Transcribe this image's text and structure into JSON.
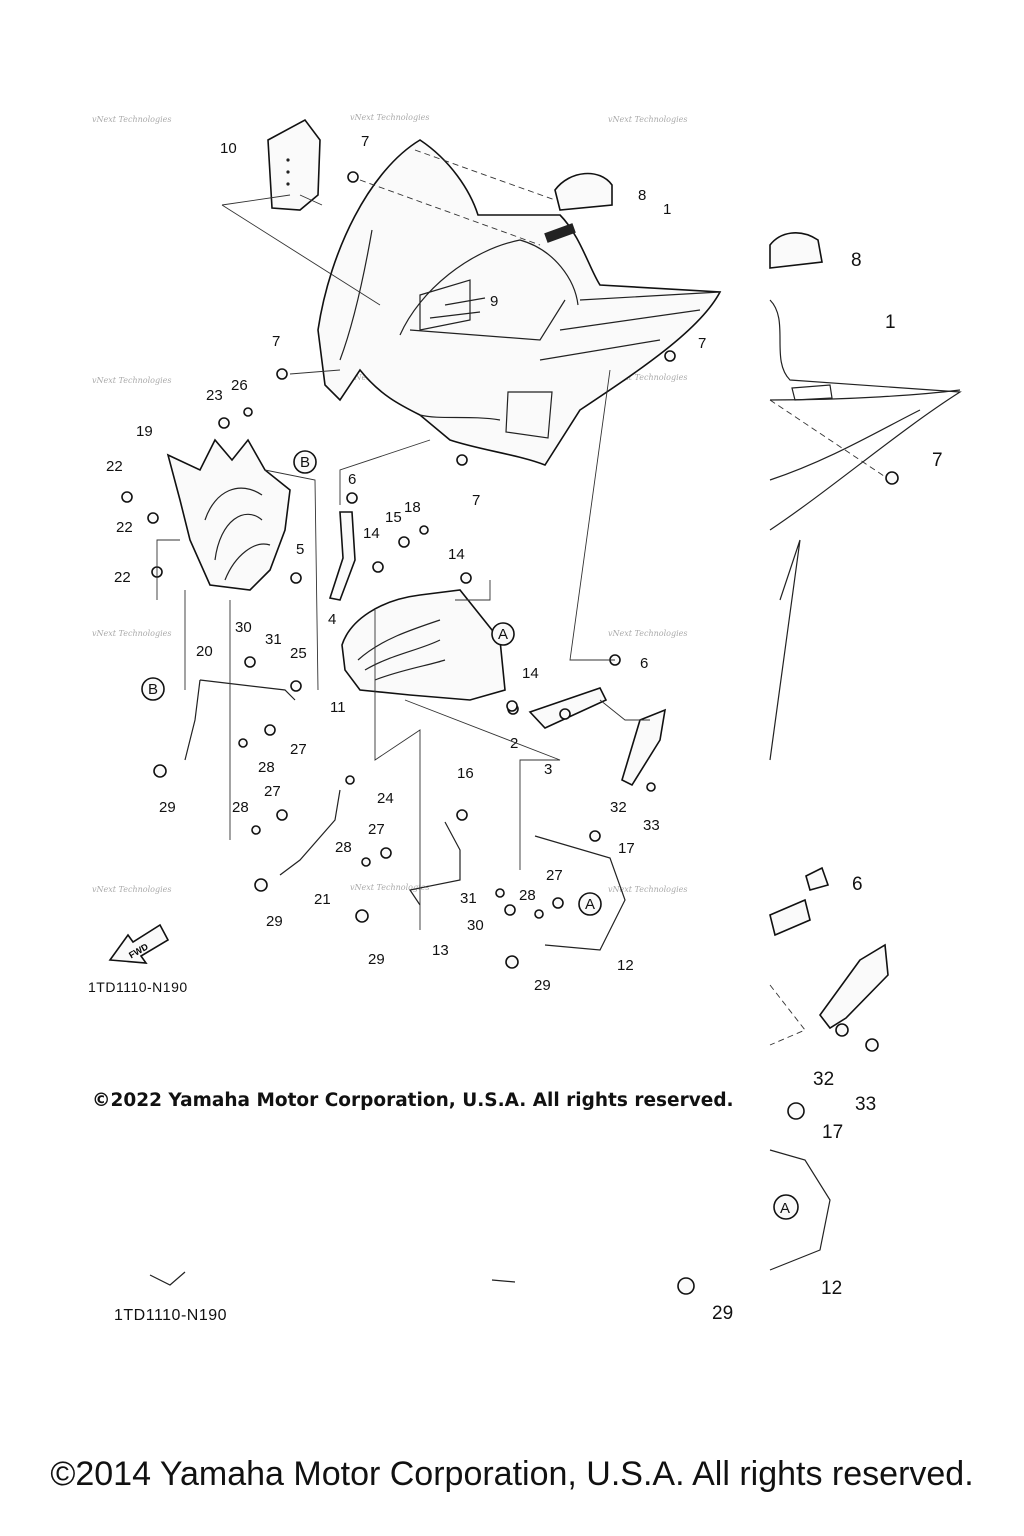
{
  "diagram": {
    "callouts": [
      {
        "id": "c1",
        "text": "1"
      },
      {
        "id": "c2",
        "text": "2"
      },
      {
        "id": "c3",
        "text": "3"
      },
      {
        "id": "c4",
        "text": "4"
      },
      {
        "id": "c5",
        "text": "5"
      },
      {
        "id": "c6a",
        "text": "6"
      },
      {
        "id": "c6b",
        "text": "6"
      },
      {
        "id": "c7a",
        "text": "7"
      },
      {
        "id": "c7b",
        "text": "7"
      },
      {
        "id": "c7c",
        "text": "7"
      },
      {
        "id": "c7d",
        "text": "7"
      },
      {
        "id": "c8",
        "text": "8"
      },
      {
        "id": "c9",
        "text": "9"
      },
      {
        "id": "c10",
        "text": "10"
      },
      {
        "id": "c11",
        "text": "11"
      },
      {
        "id": "c12",
        "text": "12"
      },
      {
        "id": "c13",
        "text": "13"
      },
      {
        "id": "c14a",
        "text": "14"
      },
      {
        "id": "c14b",
        "text": "14"
      },
      {
        "id": "c14c",
        "text": "14"
      },
      {
        "id": "c15",
        "text": "15"
      },
      {
        "id": "c16",
        "text": "16"
      },
      {
        "id": "c17",
        "text": "17"
      },
      {
        "id": "c18",
        "text": "18"
      },
      {
        "id": "c19",
        "text": "19"
      },
      {
        "id": "c20",
        "text": "20"
      },
      {
        "id": "c21",
        "text": "21"
      },
      {
        "id": "c22a",
        "text": "22"
      },
      {
        "id": "c22b",
        "text": "22"
      },
      {
        "id": "c22c",
        "text": "22"
      },
      {
        "id": "c23",
        "text": "23"
      },
      {
        "id": "c24",
        "text": "24"
      },
      {
        "id": "c25",
        "text": "25"
      },
      {
        "id": "c26",
        "text": "26"
      },
      {
        "id": "c27a",
        "text": "27"
      },
      {
        "id": "c27b",
        "text": "27"
      },
      {
        "id": "c27c",
        "text": "27"
      },
      {
        "id": "c27d",
        "text": "27"
      },
      {
        "id": "c28a",
        "text": "28"
      },
      {
        "id": "c28b",
        "text": "28"
      },
      {
        "id": "c28c",
        "text": "28"
      },
      {
        "id": "c28d",
        "text": "28"
      },
      {
        "id": "c29a",
        "text": "29"
      },
      {
        "id": "c29b",
        "text": "29"
      },
      {
        "id": "c29c",
        "text": "29"
      },
      {
        "id": "c29d",
        "text": "29"
      },
      {
        "id": "c30a",
        "text": "30"
      },
      {
        "id": "c30b",
        "text": "30"
      },
      {
        "id": "c31a",
        "text": "31"
      },
      {
        "id": "c31b",
        "text": "31"
      },
      {
        "id": "c32",
        "text": "32"
      },
      {
        "id": "c33",
        "text": "33"
      }
    ],
    "zoom_callouts": [
      {
        "id": "z8",
        "text": "8"
      },
      {
        "id": "z1",
        "text": "1"
      },
      {
        "id": "z7",
        "text": "7"
      },
      {
        "id": "z6",
        "text": "6"
      },
      {
        "id": "z32",
        "text": "32"
      },
      {
        "id": "z33",
        "text": "33"
      },
      {
        "id": "z17",
        "text": "17"
      },
      {
        "id": "z12",
        "text": "12"
      },
      {
        "id": "z29",
        "text": "29"
      }
    ],
    "reference_markers": {
      "a": "A",
      "b": "B"
    },
    "fwd_label": "FWD",
    "watermark": "vNext Technologies",
    "diagram_code": "1TD1110-N190",
    "copyright_small": "©2022 Yamaha Motor Corporation, U.S.A. All rights reserved.",
    "copyright_large": "©2014 Yamaha Motor Corporation, U.S.A. All rights reserved."
  }
}
